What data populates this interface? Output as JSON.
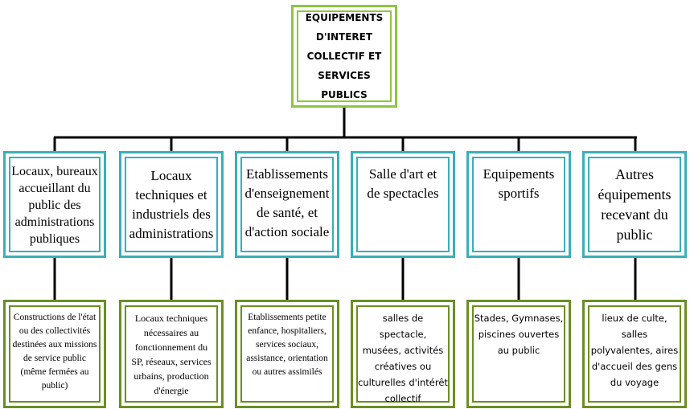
{
  "root": {
    "label": "EQUIPEMENTS\nD'INTERET\nCOLLECTIF ET\nSERVICES\nPUBLICS"
  },
  "categories": [
    {
      "label": "Locaux, bureaux\naccueillant du\npublic des\nadministrations\npubliques"
    },
    {
      "label": "Locaux\ntechniques et\nindustriels des\nadministrations"
    },
    {
      "label": "Etablissements\nd'enseignement\nde santé, et\nd'action sociale"
    },
    {
      "label": "Salle d'art et\nde spectacles"
    },
    {
      "label": "Equipements\nsportifs"
    },
    {
      "label": "Autres\néquipements\nrecevant du\npublic"
    }
  ],
  "details": [
    {
      "label": "Constructions de l'état\nou des collectivités\ndestinées aux missions\nde service public\n(même fermées au\npublic)"
    },
    {
      "label": "Locaux techniques\nnécessaires au\nfonctionnement du\nSP, réseaux, services\nurbains, production\nd'énergie"
    },
    {
      "label": "Etablissements petite\nenfance, hospitaliers,\nservices sociaux,\nassistance, orientation\nou autres assimilés"
    },
    {
      "label": "salles de spectacle,\nmusées, activités\ncréatives ou\nculturelles d'intérêt\ncollectif"
    },
    {
      "label": "Stades, Gymnases,\npiscines ouvertes\nau public"
    },
    {
      "label": "lieux de culte, salles\npolyvalentes, aires\nd'accueil des gens\ndu voyage"
    }
  ],
  "colors": {
    "root_border": "#8dc63f",
    "category_border": "#3aafb9",
    "detail_border": "#6b8e23",
    "connector": "#000000"
  }
}
